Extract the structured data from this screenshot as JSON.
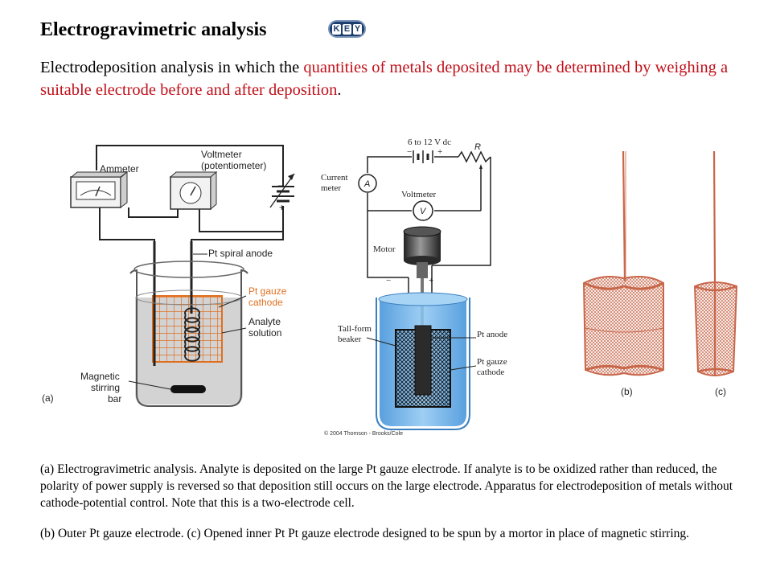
{
  "title": "Electrogravimetric analysis",
  "key_badge": [
    "K",
    "E",
    "Y"
  ],
  "intro": {
    "before": "Electrodeposition analysis in which the ",
    "highlight": "quantities of metals deposited may be determined by weighing a suitable electrode before and after deposition",
    "after": "."
  },
  "figure_a": {
    "ammeter": "Ammeter",
    "voltmeter_1": "Voltmeter",
    "voltmeter_2": "(potentiometer)",
    "anode": "Pt spiral anode",
    "cathode_1": "Pt gauze",
    "cathode_2": "cathode",
    "analyte_1": "Analyte",
    "analyte_2": "solution",
    "stir_1": "Magnetic",
    "stir_2": "stirring",
    "stir_3": "bar",
    "minus": "−",
    "plus": "+",
    "panel": "(a)"
  },
  "figure_b": {
    "supply": "6 to 12 V dc",
    "r": "R",
    "current_1": "Current",
    "current_2": "meter",
    "ammeter_symbol": "A",
    "voltmeter": "Voltmeter",
    "voltmeter_symbol": "V",
    "motor": "Motor",
    "minus": "−",
    "plus": "+",
    "beaker_1": "Tall-form",
    "beaker_2": "beaker",
    "anode": "Pt anode",
    "cathode_1": "Pt gauze",
    "cathode_2": "cathode",
    "copyright": "© 2004 Thomson - Brooks/Cole"
  },
  "figure_c": {
    "panel_b": "(b)",
    "panel_c": "(c)"
  },
  "caption_1": "(a) Electrogravimetric analysis. Analyte is deposited on the large Pt gauze electrode. If analyte is to be oxidized rather than reduced, the polarity of power supply is reversed so that deposition still occurs on the large electrode. Apparatus for electrodeposition of metals without cathode-potential control. Note that this is a two-electrode cell.",
  "caption_2": "(b) Outer Pt gauze electrode. (c) Opened inner Pt Pt gauze electrode designed to be spun by a mortor in place of magnetic stirring.",
  "colors": {
    "highlight": "#c0101a",
    "gauze": "#e07020",
    "electrode_copper": "#c8664a",
    "solution_blue": "#5aa9e6",
    "badge": "#1d3d6e"
  }
}
